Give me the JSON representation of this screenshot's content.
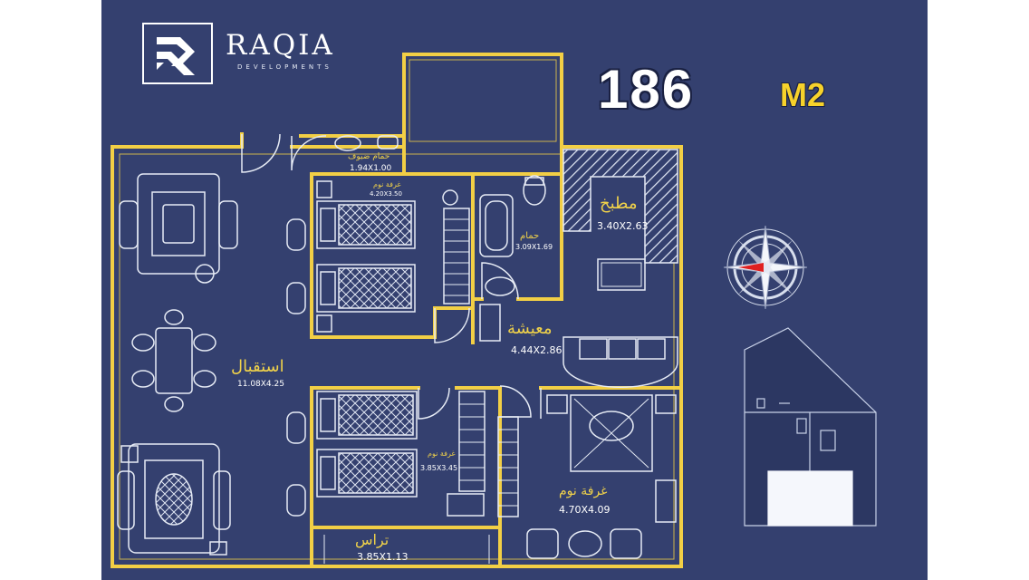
{
  "brand": {
    "name": "RAQIA",
    "tagline": "DEVELOPMENTS"
  },
  "area": {
    "value": "186",
    "unit": "M2"
  },
  "colors": {
    "background": "#34406f",
    "walls": "#f2cf45",
    "furniture": "#e6ebf5",
    "accent": "#f7d22b",
    "compass_needle": "#e02020"
  },
  "rooms": {
    "wc": {
      "name": "حمام ضيوف",
      "size": "1.94X1.00"
    },
    "bedroom1": {
      "name": "غرفة نوم",
      "size": "4.20X3.50"
    },
    "bathroom": {
      "name": "حمام",
      "size": "3.09X1.69"
    },
    "kitchen": {
      "name": "مطبخ",
      "size": "3.40X2.63"
    },
    "living": {
      "name": "معيشة",
      "size": "4.44X2.86"
    },
    "reception": {
      "name": "استقبال",
      "size": "11.08X4.25"
    },
    "bedroom2": {
      "name": "غرفة نوم",
      "size": "3.85X3.45"
    },
    "master_bedroom": {
      "name": "غرفة نوم",
      "size": "4.70X4.09"
    },
    "terrace": {
      "name": "تراس",
      "size": "3.85X1.13"
    }
  }
}
